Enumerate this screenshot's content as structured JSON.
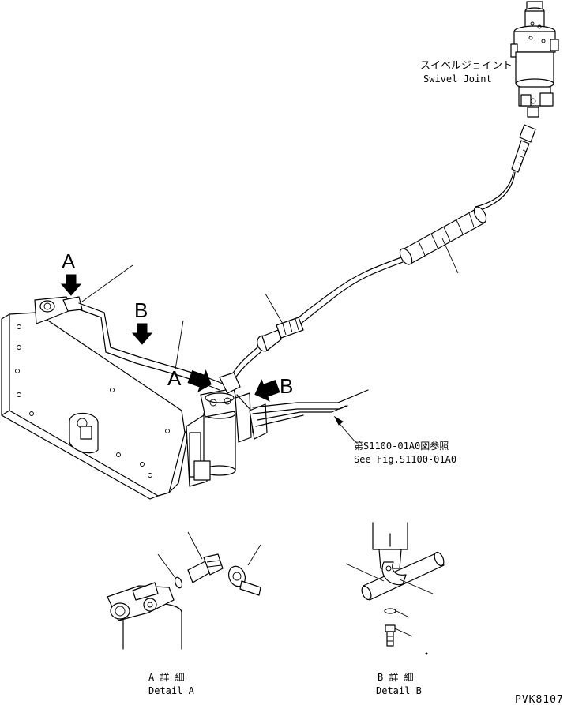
{
  "callouts": {
    "swivel_jp": "スイベルジョイント",
    "swivel_en": "Swivel Joint",
    "see_fig_jp": "第S1100-01A0図参照",
    "see_fig_en": "See Fig.S1100-01A0"
  },
  "markers": {
    "a_top": "A",
    "b_top": "B",
    "a_mid": "A",
    "b_mid": "B"
  },
  "details": {
    "a_jp": "A 詳 細",
    "a_en": "Detail A",
    "b_jp": "B 詳 細",
    "b_en": "Detail B"
  },
  "part_code": "PVK8107",
  "colors": {
    "line": "#000000",
    "background": "#ffffff"
  }
}
